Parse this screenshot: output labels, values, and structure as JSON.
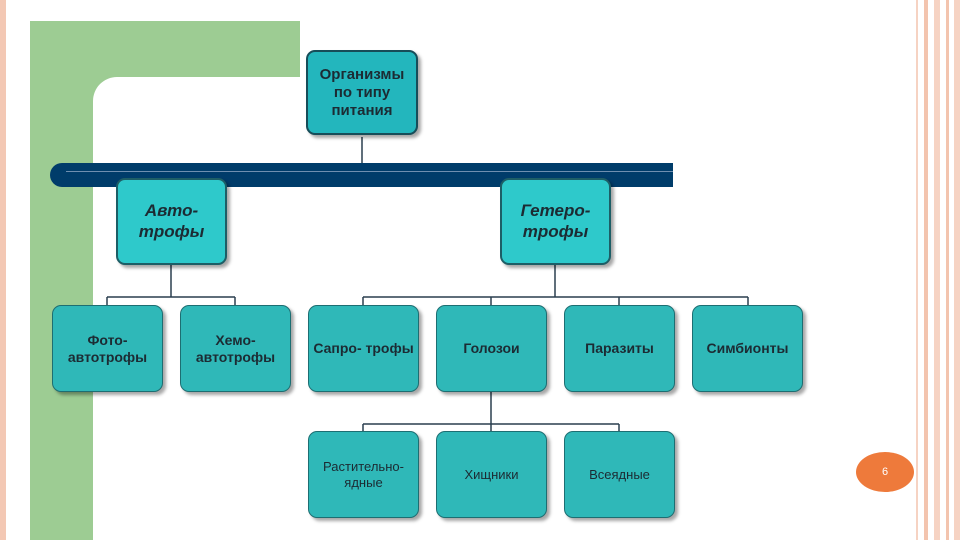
{
  "diagram": {
    "root": "Организмы по типу питания",
    "autotrophs": {
      "label": "Авто- трофы",
      "children": [
        "Фото- автотрофы",
        "Хемо- автотрофы"
      ]
    },
    "heterotrophs": {
      "label": "Гетеро- трофы",
      "children": [
        "Сапро- трофы",
        "Голозои",
        "Паразиты",
        "Симбионты"
      ]
    },
    "holozoa_children": [
      "Растительно- ядные",
      "Хищники",
      "Всеядные"
    ]
  },
  "slide": {
    "page_number": "6"
  },
  "colors": {
    "green_band": "#9dcc93",
    "bar": "#003c6a",
    "box_fill": "#2fb8b8",
    "page_badge": "#ee7a3b"
  }
}
